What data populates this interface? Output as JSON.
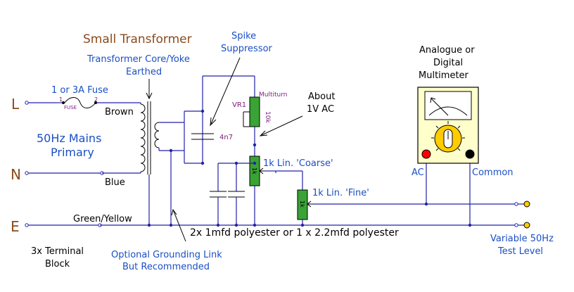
{
  "title": "Small Transformer",
  "labels": {
    "core": "Transformer Core/Yoke",
    "earthed": "Earthed",
    "spike1": "Spike",
    "spike2": "Suppressor",
    "fuse": "1 or 3A Fuse",
    "fuse_tag": "FUSE",
    "fuse_pin1": "1",
    "fuse_pin2": "2",
    "brown": "Brown",
    "blue": "Blue",
    "mains1": "50Hz Mains",
    "mains2": "Primary",
    "L": "L",
    "N": "N",
    "E": "E",
    "green_yellow": "Green/Yellow",
    "terminal1": "3x Terminal",
    "terminal2": "Block",
    "ground1": "Optional Grounding Link",
    "ground2": "But Recommended",
    "caps": "2x 1mfd polyester or 1 x 2.2mfd polyester",
    "cap_4n7": "4n7",
    "vr1": "VR1",
    "vr1_value": "10k",
    "multiturn": "Multiturn",
    "about1": "About",
    "about2": "1V AC",
    "coarse": "1k Lin. 'Coarse'",
    "coarse_value": "1k",
    "fine": "1k Lin. 'Fine'",
    "fine_value": "1k",
    "meter1": "Analogue or",
    "meter2": "Digital",
    "meter3": "Multimeter",
    "ac": "AC",
    "common": "Common",
    "out1": "Variable 50Hz",
    "out2": "Test Level"
  },
  "colors": {
    "wire": "#2222aa",
    "title": "#8a4a1c",
    "note": "#1a4fc4",
    "pot_fill": "#3aa335",
    "meter_body": "#ffffcc",
    "terminal_fill": "#ffcc00",
    "probe_red": "#ff0000",
    "probe_black": "#000000"
  }
}
